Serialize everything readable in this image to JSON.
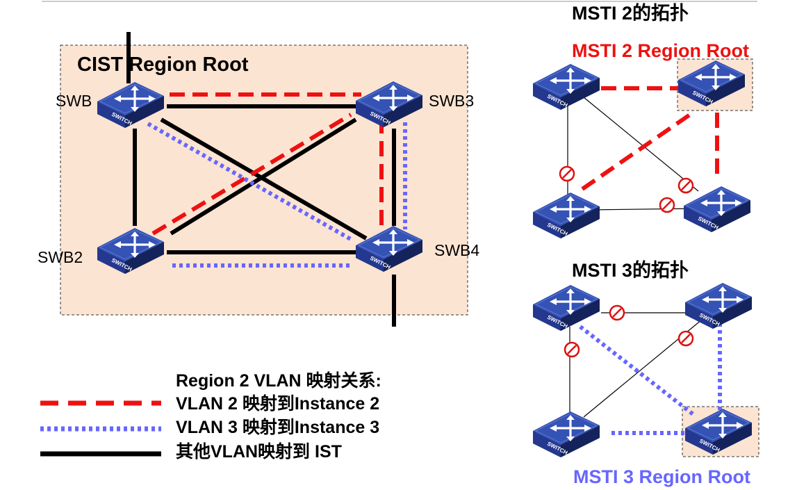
{
  "colors": {
    "vlan2": "#ee1111",
    "vlan3": "#6666ff",
    "ist": "#000000",
    "region_fill": "#fce4d2",
    "blocked": "#dd1111",
    "switch_body": "#2b3d8f"
  },
  "switch_caption": "SWITCH",
  "cist": {
    "region_title": "CIST Region Root",
    "switches": [
      {
        "label": "SWB"
      },
      {
        "label": "SWB3"
      },
      {
        "label": "SWB2"
      },
      {
        "label": "SWB4"
      }
    ]
  },
  "msti2": {
    "title": "MSTI 2的拓扑",
    "root_label": "MSTI 2 Region Root"
  },
  "msti3": {
    "title": "MSTI 3的拓扑",
    "root_label": "MSTI 3 Region Root"
  },
  "legend": {
    "heading": "Region 2 VLAN 映射关系:",
    "items": [
      {
        "text": "VLAN 2 映射到Instance 2",
        "style": "red-dash",
        "icon": "red-dashed-line"
      },
      {
        "text": "VLAN 3 映射到Instance 3",
        "style": "blue-dot",
        "icon": "blue-dotted-line"
      },
      {
        "text": "其他VLAN映射到 IST",
        "style": "black-solid",
        "icon": "black-solid-line"
      }
    ]
  }
}
